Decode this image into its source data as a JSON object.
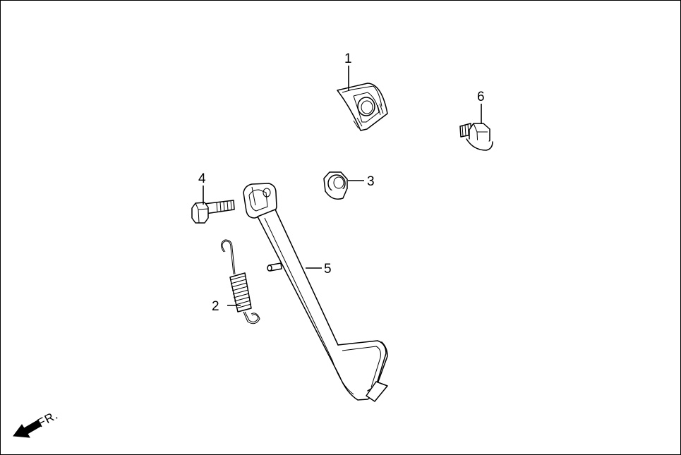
{
  "callouts": [
    {
      "id": "1",
      "label": "1"
    },
    {
      "id": "2",
      "label": "2"
    },
    {
      "id": "3",
      "label": "3"
    },
    {
      "id": "4",
      "label": "4"
    },
    {
      "id": "5",
      "label": "5"
    },
    {
      "id": "6",
      "label": "6"
    }
  ],
  "direction_marker": {
    "label": "FR."
  },
  "colors": {
    "ink": "#000000",
    "background": "#ffffff"
  }
}
